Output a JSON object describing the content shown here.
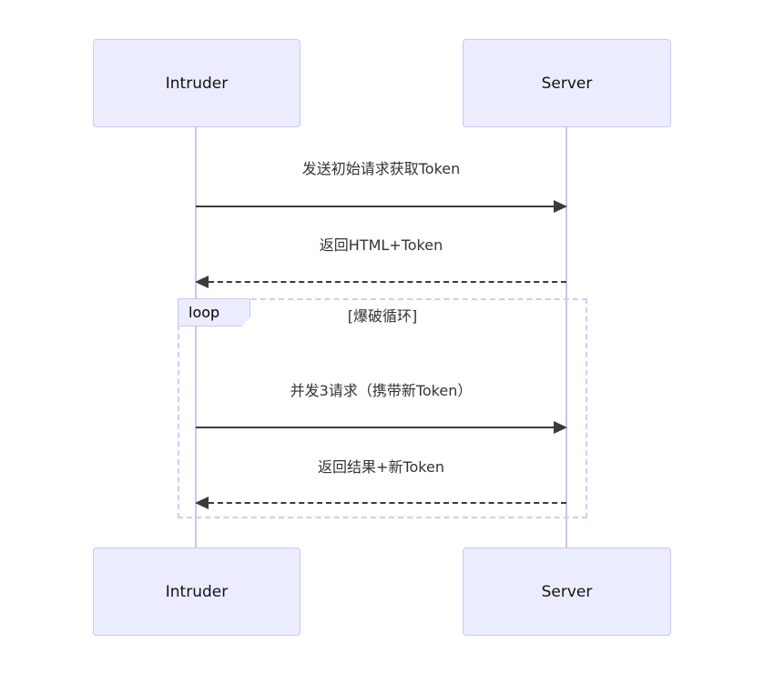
{
  "diagram": {
    "type": "sequence-diagram",
    "actors": [
      {
        "name": "Intruder"
      },
      {
        "name": "Server"
      }
    ],
    "messages": [
      {
        "from": "Intruder",
        "to": "Server",
        "text": "发送初始请求获取Token",
        "line": "solid",
        "direction": "right",
        "in_loop": false
      },
      {
        "from": "Server",
        "to": "Intruder",
        "text": "返回HTML+Token",
        "line": "dashed",
        "direction": "left",
        "in_loop": false
      },
      {
        "from": "Intruder",
        "to": "Server",
        "text": "并发3请求（携带新Token）",
        "line": "solid",
        "direction": "right",
        "in_loop": true
      },
      {
        "from": "Server",
        "to": "Intruder",
        "text": "返回结果+新Token",
        "line": "dashed",
        "direction": "left",
        "in_loop": true
      }
    ],
    "loop": {
      "label": "loop",
      "condition": "[爆破循环]"
    },
    "colors": {
      "background": "#FFFFFF",
      "actor_fill": "#ECECFF",
      "actor_border": "#CFC6F3",
      "lifeline": "#CBC5F0",
      "loop_border": "#CFCCF7",
      "loop_label_fill": "#ECECFF",
      "message_line": "#3B3B3B",
      "message_text": "#333333"
    }
  }
}
